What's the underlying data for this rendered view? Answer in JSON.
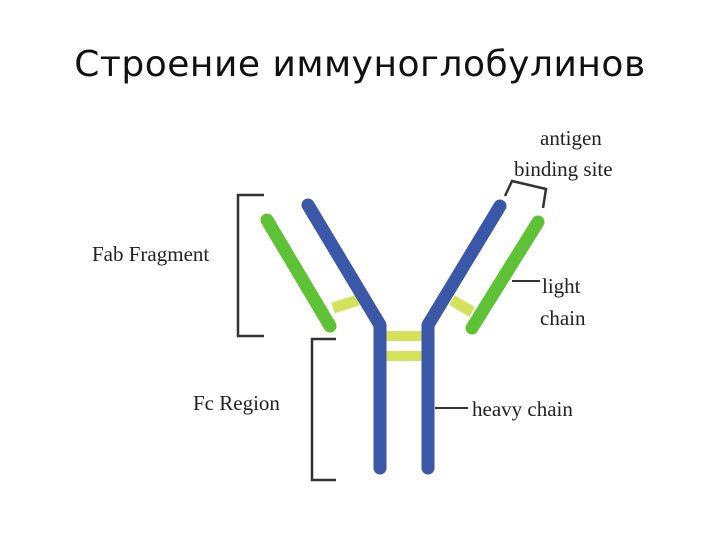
{
  "title": "Строение иммуноглобулинов",
  "labels": {
    "antigen_line1": "antigen",
    "antigen_line2": "binding site",
    "fab": "Fab Fragment",
    "fc": "Fc Region",
    "light_line1": "light",
    "light_line2": "chain",
    "heavy": "heavy chain"
  },
  "colors": {
    "heavy_chain": "#3a57a8",
    "light_chain": "#5ec236",
    "disulfide_bond": "#d4e25a",
    "bracket": "#333333"
  }
}
